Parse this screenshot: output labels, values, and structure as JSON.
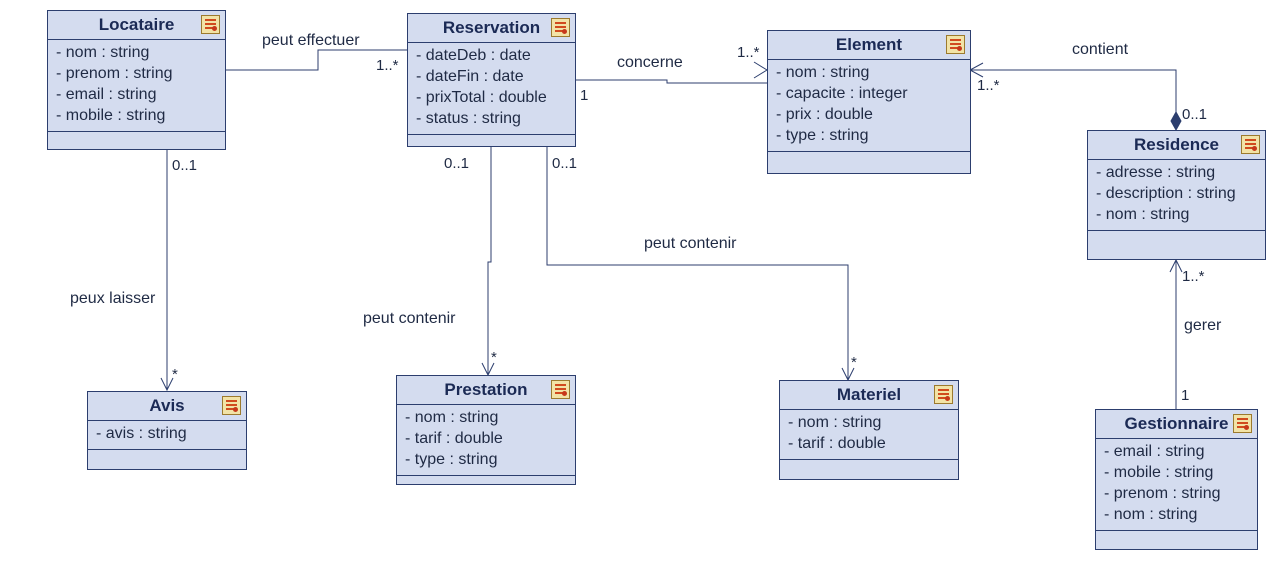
{
  "classes": {
    "locataire": {
      "name": "Locataire",
      "attrs": [
        "- nom : string",
        "- prenom : string",
        "- email : string",
        "- mobile : string"
      ]
    },
    "reservation": {
      "name": "Reservation",
      "attrs": [
        "- dateDeb : date",
        "- dateFin : date",
        "- prixTotal : double",
        "- status : string"
      ]
    },
    "element": {
      "name": "Element",
      "attrs": [
        "- nom : string",
        "- capacite : integer",
        "- prix : double",
        "- type : string"
      ]
    },
    "residence": {
      "name": "Residence",
      "attrs": [
        "- adresse : string",
        "- description : string",
        "- nom : string"
      ]
    },
    "avis": {
      "name": "Avis",
      "attrs": [
        "- avis : string"
      ]
    },
    "prestation": {
      "name": "Prestation",
      "attrs": [
        "- nom : string",
        "- tarif : double",
        "- type : string"
      ]
    },
    "materiel": {
      "name": "Materiel",
      "attrs": [
        "- nom : string",
        "- tarif : double"
      ]
    },
    "gestionnaire": {
      "name": "Gestionnaire",
      "attrs": [
        "- email : string",
        "- mobile : string",
        "- prenom : string",
        "- nom : string"
      ]
    }
  },
  "associations": {
    "loc_res": {
      "label": "peut effectuer",
      "mult_target": "1..*"
    },
    "res_elem": {
      "label": "concerne",
      "mult_source": "1",
      "mult_target": "1..*"
    },
    "resid_elem": {
      "label": "contient",
      "mult_source": "0..1",
      "mult_target": "1..*"
    },
    "loc_avis": {
      "label": "peux laisser",
      "mult_source": "0..1",
      "mult_target": "*"
    },
    "res_prest": {
      "label": "peut contenir",
      "mult_source": "0..1",
      "mult_target": "*"
    },
    "res_mat": {
      "label": "peut contenir",
      "mult_source": "0..1",
      "mult_target": "*"
    },
    "gest_resid": {
      "label": "gerer",
      "mult_source": "1",
      "mult_target": "1..*"
    }
  },
  "colors": {
    "class_fill": "#d4dcef",
    "class_border": "#2c3e6e",
    "link": "#2c3e6e"
  }
}
